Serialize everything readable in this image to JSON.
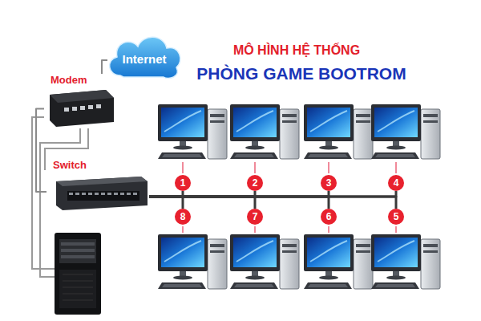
{
  "diagram": {
    "title": "MÔ HÌNH HỆ THỐNG",
    "nodes": [
      {
        "text": [
          "Internet"
        ]
      },
      {
        "text": [
          "Modem"
        ]
      },
      {
        "text": [
          "Switch"
        ]
      },
      {
        "text": [
          "1"
        ]
      },
      {
        "text": [
          "2"
        ]
      },
      {
        "text": [
          "3"
        ]
      },
      {
        "text": [
          "4"
        ]
      },
      {
        "text": [
          "8"
        ]
      },
      {
        "text": [
          "7"
        ]
      },
      {
        "text": [
          "6"
        ]
      },
      {
        "text": [
          "5"
        ]
      }
    ],
    "edges": [
      {
        "from": 0,
        "to": 1,
        "arrow": "none"
      },
      {
        "from": 1,
        "to": 2,
        "arrow": "none"
      },
      {
        "from": 2,
        "to": 3,
        "arrow": "none"
      },
      {
        "from": 2,
        "to": 4,
        "arrow": "none"
      },
      {
        "from": 2,
        "to": 5,
        "arrow": "none"
      },
      {
        "from": 2,
        "to": 6,
        "arrow": "none"
      },
      {
        "from": 2,
        "to": 7,
        "arrow": "none"
      },
      {
        "from": 2,
        "to": 8,
        "arrow": "none"
      },
      {
        "from": 2,
        "to": 9,
        "arrow": "none"
      },
      {
        "from": 2,
        "to": 10,
        "arrow": "none"
      }
    ],
    "labels": [
      "PHÒNG GAME BOOTROM"
    ]
  }
}
